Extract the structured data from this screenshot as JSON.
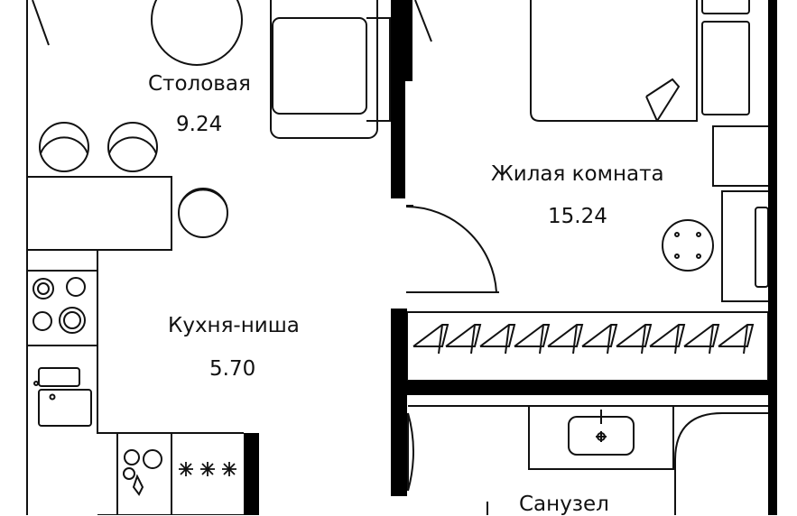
{
  "rooms": [
    {
      "key": "dining",
      "name": "Столовая",
      "area": "9.24"
    },
    {
      "key": "living",
      "name": "Жилая комната",
      "area": "15.24"
    },
    {
      "key": "kitchen",
      "name": "Кухня-ниша",
      "area": "5.70"
    },
    {
      "key": "bathroom",
      "name": "Санузел",
      "area": ""
    }
  ],
  "colors": {
    "wall": "#000000",
    "line": "#111111",
    "background": "#ffffff"
  }
}
